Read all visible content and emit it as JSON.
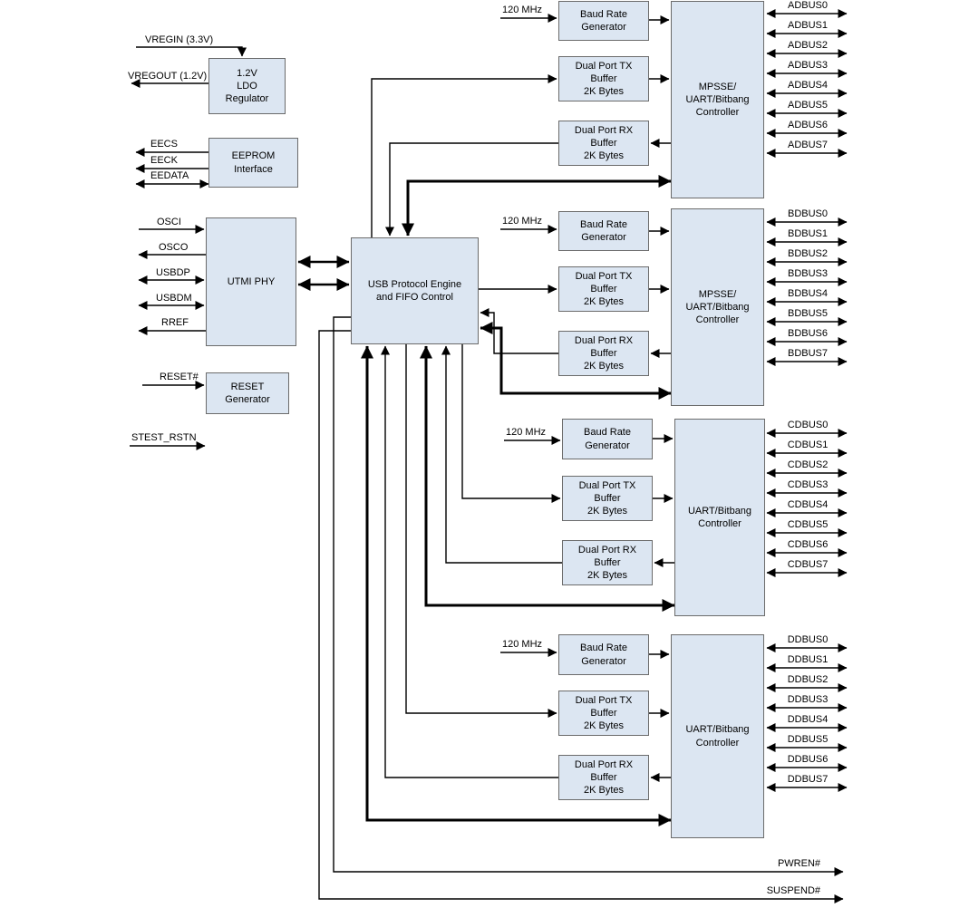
{
  "signals": {
    "vregin": "VREGIN (3.3V)",
    "vregout": "VREGOUT (1.2V)",
    "eecs": "EECS",
    "eeck": "EECK",
    "eedata": "EEDATA",
    "osci": "OSCI",
    "osco": "OSCO",
    "usbdp": "USBDP",
    "usbdm": "USBDM",
    "rref": "RREF",
    "reset_n": "RESET#",
    "stest_rstn": "STEST_RSTN",
    "clk": "120 MHz",
    "pwren_n": "PWREN#",
    "suspend_n": "SUSPEND#"
  },
  "boxes": {
    "ldo": {
      "lines": [
        "1.2V",
        "LDO",
        "Regulator"
      ]
    },
    "eeprom": {
      "lines": [
        "EEPROM",
        "Interface"
      ]
    },
    "utmi": {
      "lines": [
        "UTMI PHY"
      ]
    },
    "resetgen": {
      "lines": [
        "RESET",
        "Generator"
      ]
    },
    "engine": {
      "lines": [
        "USB Protocol Engine",
        "and FIFO Control"
      ]
    },
    "brg": {
      "lines": [
        "Baud Rate",
        "Generator"
      ]
    },
    "txbuf": {
      "lines": [
        "Dual Port TX",
        "Buffer",
        "2K Bytes"
      ]
    },
    "rxbuf": {
      "lines": [
        "Dual Port RX",
        "Buffer",
        "2K Bytes"
      ]
    },
    "ctrl_mpsse": {
      "lines": [
        "MPSSE/",
        "UART/Bitbang",
        "Controller"
      ]
    },
    "ctrl_uart": {
      "lines": [
        "UART/Bitbang",
        "Controller"
      ]
    }
  },
  "buses": {
    "a": [
      "ADBUS0",
      "ADBUS1",
      "ADBUS2",
      "ADBUS3",
      "ADBUS4",
      "ADBUS5",
      "ADBUS6",
      "ADBUS7"
    ],
    "b": [
      "BDBUS0",
      "BDBUS1",
      "BDBUS2",
      "BDBUS3",
      "BDBUS4",
      "BDBUS5",
      "BDBUS6",
      "BDBUS7"
    ],
    "c": [
      "CDBUS0",
      "CDBUS1",
      "CDBUS2",
      "CDBUS3",
      "CDBUS4",
      "CDBUS5",
      "CDBUS6",
      "CDBUS7"
    ],
    "d": [
      "DDBUS0",
      "DDBUS1",
      "DDBUS2",
      "DDBUS3",
      "DDBUS4",
      "DDBUS5",
      "DDBUS6",
      "DDBUS7"
    ]
  },
  "colors": {
    "box_fill": "#dce6f2",
    "box_border": "#6b6b6b",
    "wire": "#000000",
    "background": "#ffffff"
  }
}
